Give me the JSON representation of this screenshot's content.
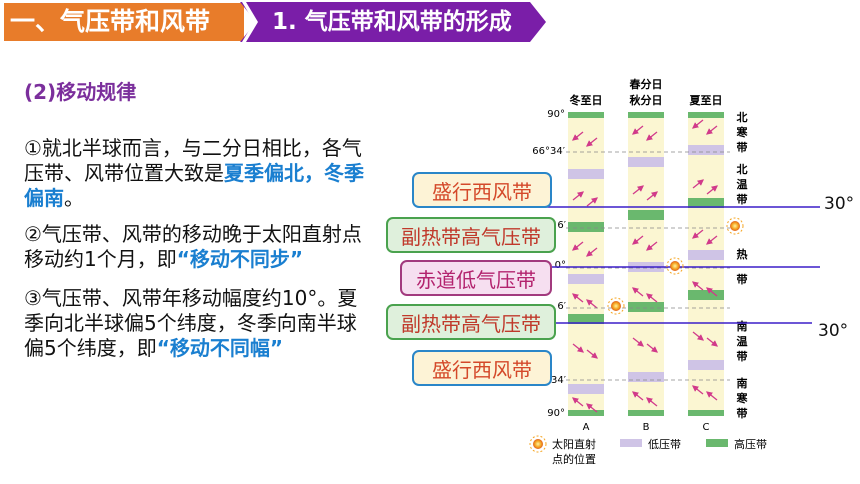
{
  "header": {
    "section_title": "一、气压带和风带",
    "subsection_title": "1. 气压带和风带的形成"
  },
  "content": {
    "subheading": "(2)移动规律",
    "para1_a": "①就北半球而言，与二分日相比，各气压带、风带位置大致是",
    "para1_highlight": "夏季偏北，冬季偏南",
    "para1_b": "。",
    "para2_a": "②气压带、风带的移动晚于太阳直射点移动约1个月，即",
    "para2_highlight": "“移动不同步”",
    "para3_a": "③气压带、风带年移动幅度约10°。夏季向北半球偏5个纬度，冬季向南半球偏5个纬度，即",
    "para3_highlight": "“移动不同幅”"
  },
  "diagram": {
    "col_labels": [
      "冬至日",
      "春分日",
      "秋分日",
      "夏至日"
    ],
    "col_letters": [
      "A",
      "B",
      "C"
    ],
    "lat_labels": [
      "90°",
      "66°34′",
      "6′",
      "0°",
      "6′",
      "34′",
      "90°"
    ],
    "zone_labels": [
      "北",
      "寒",
      "带",
      "北",
      "温",
      "带",
      "热",
      "带",
      "南",
      "温",
      "带",
      "南",
      "寒",
      "带"
    ],
    "callouts": [
      "盛行西风带",
      "副热带高气压带",
      "赤道低气压带",
      "副热带高气压带",
      "盛行西风带"
    ],
    "lat30_label": "30°",
    "legend": {
      "sun": "太阳直射点的位置",
      "sun_l1": "太阳直射",
      "sun_l2": "点的位置",
      "low": "低压带",
      "high": "高压带"
    },
    "colors": {
      "high": "#6ab86e",
      "low": "#cfc4e6",
      "column": "#fbf6d2",
      "line": "#3b1fc9",
      "wind_box": "#fdf3d6",
      "high_box": "#dff0dc",
      "low_box": "#f6dff0"
    }
  }
}
